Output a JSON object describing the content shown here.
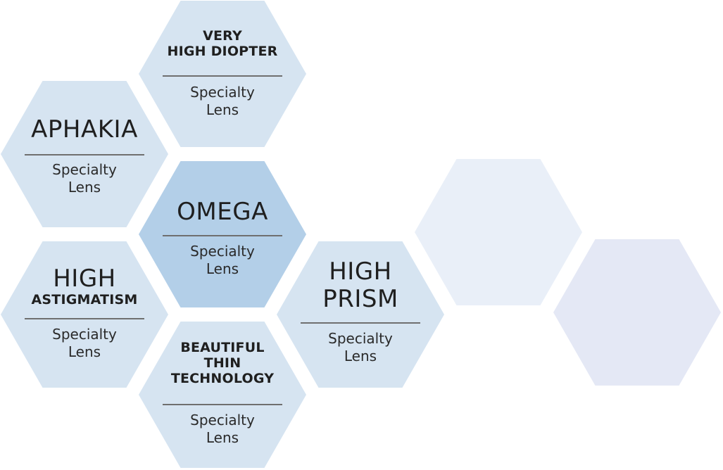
{
  "colors": {
    "light": "#d6e4f1",
    "medium": "#b3cfe8",
    "faint": "#e9eff8",
    "faint2": "#e4e8f5",
    "divider": "#6f6f6f",
    "text": "#1f1f1f"
  },
  "hexagons": [
    {
      "id": "very-high-diopter",
      "fill": "light",
      "title": [
        "VERY",
        "HIGH DIOPTER"
      ],
      "title_style": [
        "bold",
        "bold"
      ],
      "subtitle": [
        "Specialty",
        "Lens"
      ]
    },
    {
      "id": "aphakia",
      "fill": "light",
      "title": [
        "APHAKIA"
      ],
      "title_style": [
        "big"
      ],
      "subtitle": [
        "Specialty",
        "Lens"
      ]
    },
    {
      "id": "omega",
      "fill": "medium",
      "title": [
        "OMEGA"
      ],
      "title_style": [
        "big"
      ],
      "subtitle": [
        "Specialty",
        "Lens"
      ]
    },
    {
      "id": "high-astigmatism",
      "fill": "light",
      "title": [
        "HIGH",
        "ASTIGMATISM"
      ],
      "title_style": [
        "big",
        "bold"
      ],
      "subtitle": [
        "Specialty",
        "Lens"
      ]
    },
    {
      "id": "beautiful-thin-technology",
      "fill": "light",
      "title": [
        "BEAUTIFUL",
        "THIN",
        "TECHNOLOGY"
      ],
      "title_style": [
        "bold",
        "bold",
        "bold"
      ],
      "subtitle": [
        "Specialty",
        "Lens"
      ]
    },
    {
      "id": "high-prism",
      "fill": "light",
      "title": [
        "HIGH",
        "PRISM"
      ],
      "title_style": [
        "big",
        "big"
      ],
      "subtitle": [
        "Specialty",
        "Lens"
      ]
    },
    {
      "id": "empty-1",
      "fill": "faint",
      "title": [],
      "title_style": [],
      "subtitle": []
    },
    {
      "id": "empty-2",
      "fill": "faint2",
      "title": [],
      "title_style": [],
      "subtitle": []
    }
  ]
}
